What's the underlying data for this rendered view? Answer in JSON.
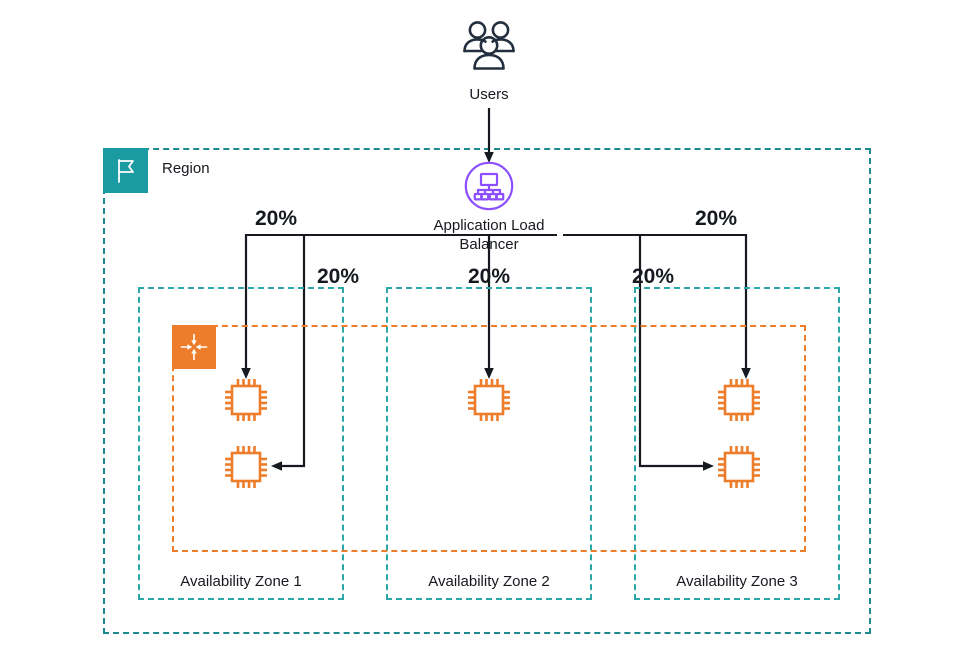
{
  "diagram": {
    "title": "AWS multi-AZ Application Load Balancer traffic distribution",
    "colors": {
      "teal": "#1a9ba1",
      "teal_dashed": "#2aa7a7",
      "orange": "#ed7d2b",
      "purple": "#8c4fff",
      "navy": "#232f3e",
      "text": "#16191f"
    }
  },
  "users": {
    "label": "Users",
    "icon": "users-icon"
  },
  "region": {
    "label": "Region",
    "icon": "region-flag-icon"
  },
  "load_balancer": {
    "label": "Application Load\nBalancer",
    "icon": "application-load-balancer-icon"
  },
  "auto_scaling": {
    "icon": "auto-scaling-group-icon"
  },
  "traffic_labels": [
    {
      "id": "az1-upper",
      "value": "20%"
    },
    {
      "id": "az1-lower",
      "value": "20%"
    },
    {
      "id": "az2",
      "value": "20%"
    },
    {
      "id": "az3-lower",
      "value": "20%"
    },
    {
      "id": "az3-upper",
      "value": "20%"
    }
  ],
  "availability_zones": [
    {
      "label": "Availability Zone 1",
      "instances": [
        {
          "icon": "ec2-instance-icon"
        },
        {
          "icon": "ec2-instance-icon"
        }
      ]
    },
    {
      "label": "Availability Zone 2",
      "instances": [
        {
          "icon": "ec2-instance-icon"
        }
      ]
    },
    {
      "label": "Availability Zone 3",
      "instances": [
        {
          "icon": "ec2-instance-icon"
        },
        {
          "icon": "ec2-instance-icon"
        }
      ]
    }
  ]
}
